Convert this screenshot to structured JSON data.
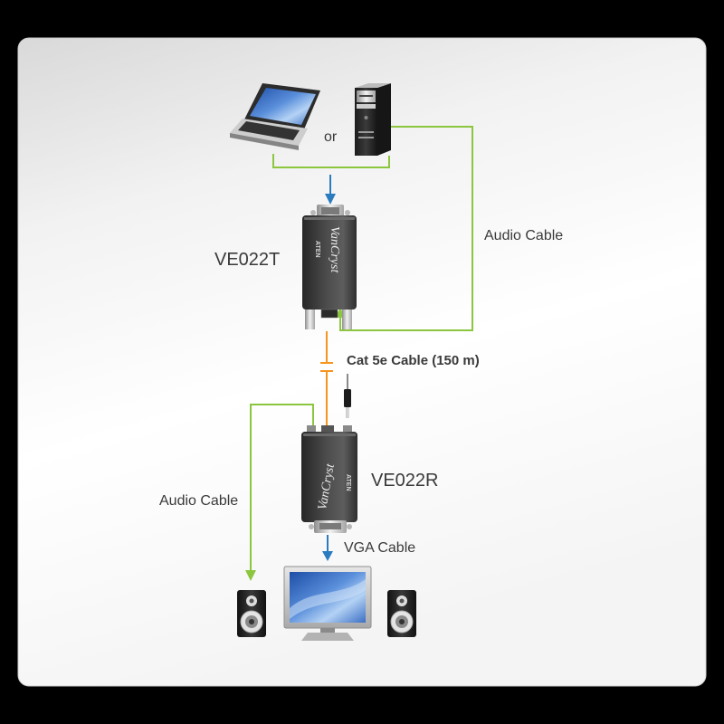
{
  "labels": {
    "or": "or",
    "transmitter": "VE022T",
    "receiver": "VE022R",
    "audio_cable_right": "Audio Cable",
    "cat5e_cable": "Cat 5e Cable (150 m)",
    "audio_cable_left": "Audio Cable",
    "vga_cable": "VGA Cable"
  },
  "device_branding": {
    "logo": "VanCryst",
    "brand": "ATEN"
  },
  "icons": {
    "source_laptop": "laptop-icon",
    "source_desktop": "desktop-tower-icon",
    "display": "monitor-icon",
    "speaker_left": "speaker-icon",
    "speaker_right": "speaker-icon",
    "audio_plug": "audio-plug-icon"
  },
  "colors": {
    "audio_line": "#8cc63f",
    "cat5_line": "#f7941d",
    "video_arrow": "#2b7bbf",
    "label_text": "#3a3a3a"
  }
}
